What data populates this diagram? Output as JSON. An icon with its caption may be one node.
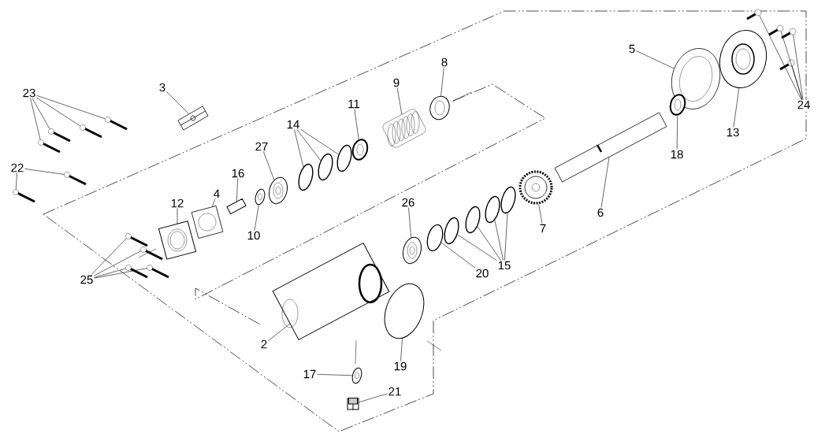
{
  "diagram": {
    "nodes": [
      {
        "text": [
          "23"
        ]
      },
      {
        "text": [],
        "shape": "picture"
      },
      {
        "text": [],
        "shape": "picture"
      },
      {
        "text": [],
        "shape": "picture"
      },
      {
        "text": [],
        "shape": "picture"
      },
      {
        "text": [
          "3"
        ]
      },
      {
        "text": [],
        "shape": "picture"
      },
      {
        "text": [
          "22"
        ]
      },
      {
        "text": [],
        "shape": "picture"
      },
      {
        "text": [],
        "shape": "picture"
      },
      {
        "text": [
          "27"
        ]
      },
      {
        "text": [],
        "shape": "picture"
      },
      {
        "text": [
          "14"
        ]
      },
      {
        "text": [],
        "shape": "picture"
      },
      {
        "text": [],
        "shape": "picture"
      },
      {
        "text": [],
        "shape": "picture"
      },
      {
        "text": [
          "11"
        ]
      },
      {
        "text": [],
        "shape": "picture"
      },
      {
        "text": [
          "9"
        ]
      },
      {
        "text": [],
        "shape": "picture"
      },
      {
        "text": [
          "8"
        ]
      },
      {
        "text": [],
        "shape": "picture"
      },
      {
        "text": [
          "5"
        ]
      },
      {
        "text": [],
        "shape": "picture"
      },
      {
        "text": [
          "13"
        ]
      },
      {
        "text": [],
        "shape": "picture"
      },
      {
        "text": [
          "24"
        ]
      },
      {
        "text": [],
        "shape": "picture"
      },
      {
        "text": [],
        "shape": "picture"
      },
      {
        "text": [],
        "shape": "picture"
      },
      {
        "text": [],
        "shape": "picture"
      },
      {
        "text": [
          "18"
        ]
      },
      {
        "text": [],
        "shape": "picture"
      },
      {
        "text": [
          "6"
        ]
      },
      {
        "text": [],
        "shape": "picture"
      },
      {
        "text": [
          "12"
        ]
      },
      {
        "text": [],
        "shape": "picture"
      },
      {
        "text": [
          "4"
        ]
      },
      {
        "text": [],
        "shape": "picture"
      },
      {
        "text": [
          "16"
        ]
      },
      {
        "text": [],
        "shape": "picture"
      },
      {
        "text": [
          "10"
        ]
      },
      {
        "text": [],
        "shape": "picture"
      },
      {
        "text": [
          "26"
        ]
      },
      {
        "text": [],
        "shape": "picture"
      },
      {
        "text": [
          "7"
        ]
      },
      {
        "text": [],
        "shape": "picture"
      },
      {
        "text": [
          "25"
        ]
      },
      {
        "text": [],
        "shape": "picture"
      },
      {
        "text": [],
        "shape": "picture"
      },
      {
        "text": [],
        "shape": "picture"
      },
      {
        "text": [],
        "shape": "picture"
      },
      {
        "text": [
          "20"
        ]
      },
      {
        "text": [],
        "shape": "picture"
      },
      {
        "text": [
          "15"
        ]
      },
      {
        "text": [],
        "shape": "picture"
      },
      {
        "text": [],
        "shape": "picture"
      },
      {
        "text": [],
        "shape": "picture"
      },
      {
        "text": [],
        "shape": "picture"
      },
      {
        "text": [
          "2"
        ]
      },
      {
        "text": [],
        "shape": "picture"
      },
      {
        "text": [
          "19"
        ]
      },
      {
        "text": [],
        "shape": "picture"
      },
      {
        "text": [
          "17"
        ]
      },
      {
        "text": [],
        "shape": "picture"
      },
      {
        "text": [
          "21"
        ]
      },
      {
        "text": [],
        "shape": "picture"
      }
    ],
    "edges": [
      {
        "from": 0,
        "to": 1,
        "arrow": "none"
      },
      {
        "from": 0,
        "to": 2,
        "arrow": "none"
      },
      {
        "from": 0,
        "to": 3,
        "arrow": "none"
      },
      {
        "from": 0,
        "to": 4,
        "arrow": "none"
      },
      {
        "from": 5,
        "to": 6,
        "arrow": "none"
      },
      {
        "from": 7,
        "to": 8,
        "arrow": "none"
      },
      {
        "from": 7,
        "to": 9,
        "arrow": "none"
      },
      {
        "from": 10,
        "to": 11,
        "arrow": "none"
      },
      {
        "from": 12,
        "to": 13,
        "arrow": "none"
      },
      {
        "from": 12,
        "to": 14,
        "arrow": "none"
      },
      {
        "from": 12,
        "to": 15,
        "arrow": "none"
      },
      {
        "from": 16,
        "to": 17,
        "arrow": "none"
      },
      {
        "from": 18,
        "to": 19,
        "arrow": "none"
      },
      {
        "from": 20,
        "to": 21,
        "arrow": "none"
      },
      {
        "from": 22,
        "to": 23,
        "arrow": "none"
      },
      {
        "from": 24,
        "to": 25,
        "arrow": "none"
      },
      {
        "from": 26,
        "to": 27,
        "arrow": "none"
      },
      {
        "from": 26,
        "to": 28,
        "arrow": "none"
      },
      {
        "from": 26,
        "to": 29,
        "arrow": "none"
      },
      {
        "from": 26,
        "to": 30,
        "arrow": "none"
      },
      {
        "from": 31,
        "to": 32,
        "arrow": "none"
      },
      {
        "from": 33,
        "to": 34,
        "arrow": "none"
      },
      {
        "from": 35,
        "to": 36,
        "arrow": "none"
      },
      {
        "from": 37,
        "to": 38,
        "arrow": "none"
      },
      {
        "from": 39,
        "to": 40,
        "arrow": "none"
      },
      {
        "from": 41,
        "to": 42,
        "arrow": "none"
      },
      {
        "from": 43,
        "to": 44,
        "arrow": "none"
      },
      {
        "from": 45,
        "to": 46,
        "arrow": "none"
      },
      {
        "from": 47,
        "to": 48,
        "arrow": "none"
      },
      {
        "from": 47,
        "to": 49,
        "arrow": "none"
      },
      {
        "from": 47,
        "to": 50,
        "arrow": "none"
      },
      {
        "from": 47,
        "to": 51,
        "arrow": "none"
      },
      {
        "from": 52,
        "to": 53,
        "arrow": "none"
      },
      {
        "from": 54,
        "to": 55,
        "arrow": "none"
      },
      {
        "from": 54,
        "to": 56,
        "arrow": "none"
      },
      {
        "from": 54,
        "to": 57,
        "arrow": "none"
      },
      {
        "from": 54,
        "to": 58,
        "arrow": "none"
      },
      {
        "from": 59,
        "to": 60,
        "arrow": "none"
      },
      {
        "from": 61,
        "to": 62,
        "arrow": "none"
      },
      {
        "from": 63,
        "to": 64,
        "arrow": "none"
      },
      {
        "from": 65,
        "to": 66,
        "arrow": "none"
      }
    ]
  }
}
